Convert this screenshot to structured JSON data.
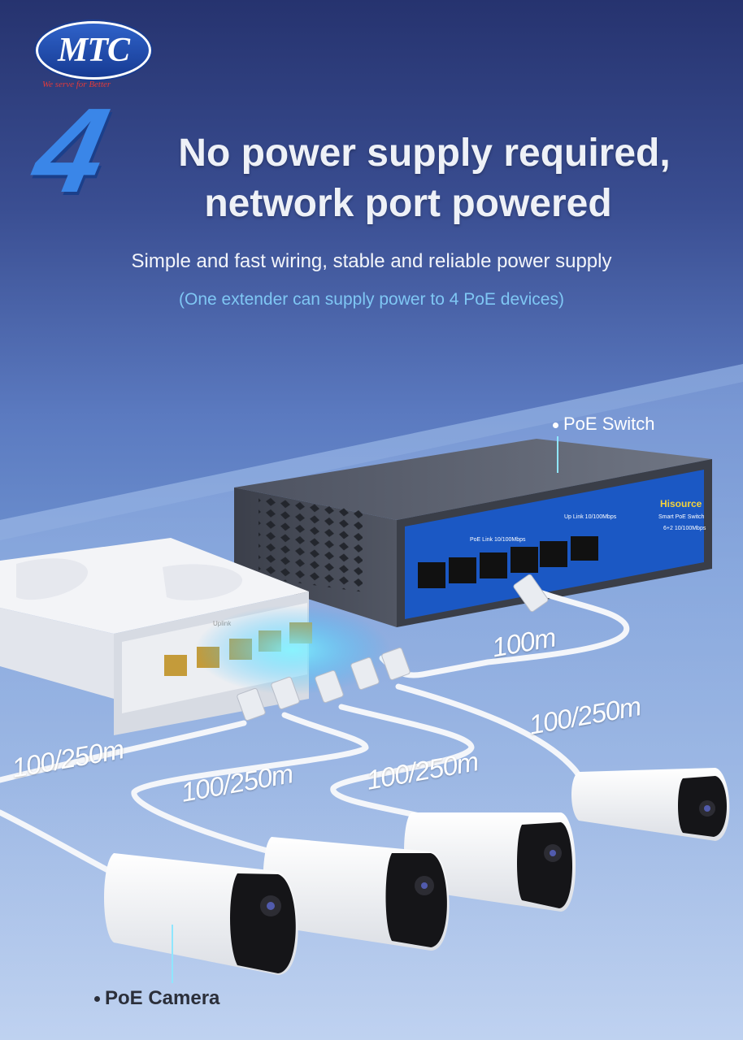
{
  "brand": {
    "logo_text": "MTC",
    "tagline": "We serve for Better"
  },
  "feature_number": "4",
  "headline": {
    "line1": "No power supply required,",
    "line2": "network port powered"
  },
  "subheading": "Simple and fast wiring, stable and reliable power supply",
  "note": "(One extender can supply power to 4 PoE devices)",
  "callouts": {
    "switch": "PoE Switch",
    "camera": "PoE Camera"
  },
  "switch_panel": {
    "brand": "Hisource",
    "model": "Smart PoE Switch",
    "spec": "6+2 10/100Mbps",
    "poe_link_label": "PoE Link 10/100Mbps",
    "uplink_label": "Up Link 10/100Mbps"
  },
  "extender_label": "Uplink",
  "distances": {
    "uplink": "100m",
    "cam1": "100/250m",
    "cam2": "100/250m",
    "cam3": "100/250m",
    "cam4": "100/250m"
  },
  "colors": {
    "background_top": "#26336f",
    "background_bottom": "#b9cdee",
    "accent_blue": "#3a86e8",
    "note_cyan": "#7fc7f4",
    "switch_panel_blue": "#1b58c4"
  }
}
